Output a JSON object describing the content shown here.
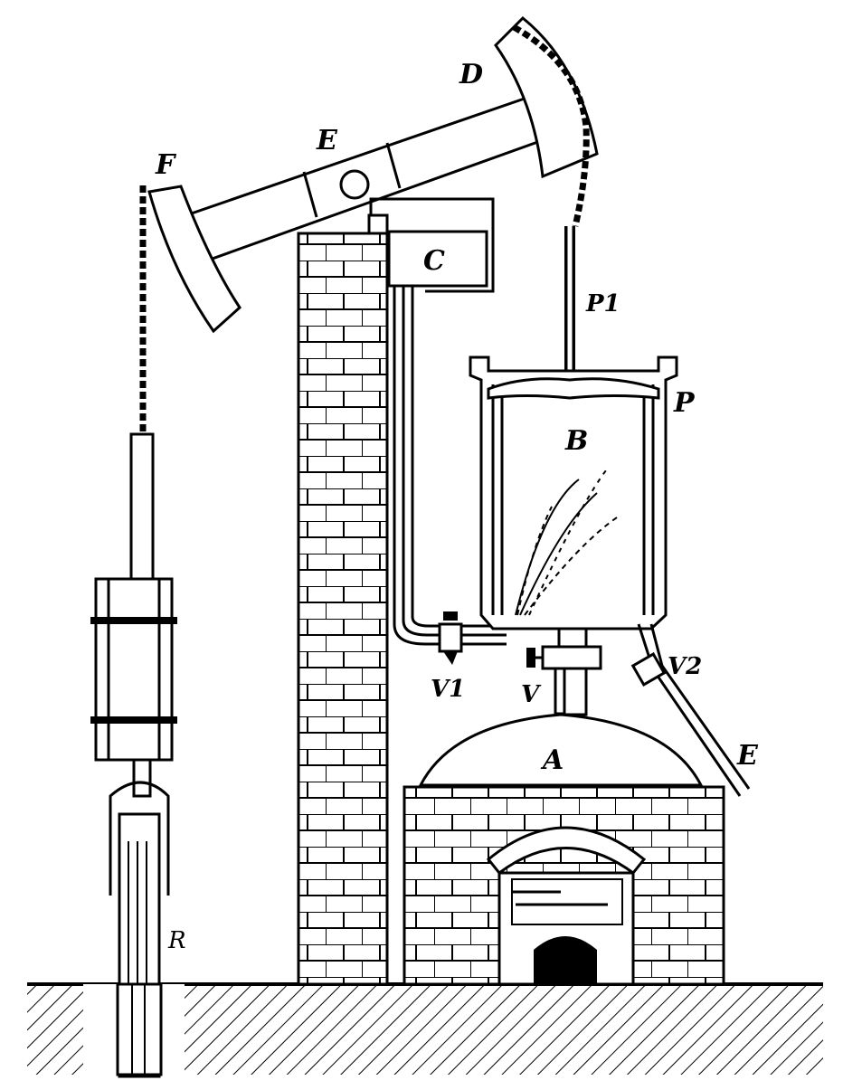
{
  "title": "Newcomen atmospheric engine diagram",
  "labels": {
    "D": "D",
    "E_beam": "E",
    "F": "F",
    "C": "C",
    "P1": "P1",
    "P": "P",
    "B": "B",
    "V1": "V1",
    "V": "V",
    "V2": "V2",
    "A": "A",
    "E_pipe": "E",
    "R": "R"
  }
}
